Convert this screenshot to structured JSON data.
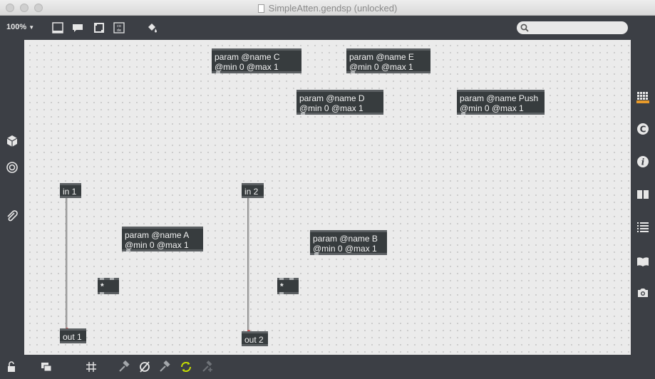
{
  "window": {
    "title": "SimpleAtten.gendsp (unlocked)"
  },
  "toolbar": {
    "zoom": "100%",
    "icons": [
      "presentation-mode-icon",
      "comment-icon",
      "fullscreen-icon",
      "code-view-icon",
      "paint-bucket-icon"
    ],
    "search_placeholder": ""
  },
  "left_sidebar": {
    "icons": [
      "cube-icon",
      "target-icon",
      "paperclip-icon"
    ]
  },
  "right_sidebar": {
    "icons": [
      "grid-palette-icon",
      "c-icon",
      "info-icon",
      "book-icon",
      "list-icon",
      "reference-book-icon",
      "camera-icon"
    ]
  },
  "objects": {
    "param_c": {
      "line1": "param @name C",
      "line2": "@min 0 @max 1"
    },
    "param_e": {
      "line1": "param @name E",
      "line2": "@min 0 @max 1"
    },
    "param_d": {
      "line1": "param @name D",
      "line2": "@min 0 @max 1"
    },
    "param_push": {
      "line1": "param @name Push",
      "line2": "@min 0 @max 1"
    },
    "in1": "in 1",
    "in2": "in 2",
    "param_a": {
      "line1": "param @name A",
      "line2": "@min 0 @max 1"
    },
    "param_b": {
      "line1": "param @name B",
      "line2": "@min 0 @max 1"
    },
    "mult1": "*",
    "mult2": "*",
    "out1": "out 1",
    "out2": "out 2"
  },
  "bottom_bar": {
    "icons": [
      "lock-icon",
      "windows-icon",
      "grid-icon",
      "hammer-icon",
      "null-icon",
      "debug-hammer-icon",
      "autorefresh-icon",
      "add-patch-icon"
    ]
  },
  "colors": {
    "object_bg": "#373c3e",
    "canvas_bg": "#ebebeb",
    "chrome_bg": "#3c3f45",
    "autorefresh_active": "#c8e000"
  }
}
